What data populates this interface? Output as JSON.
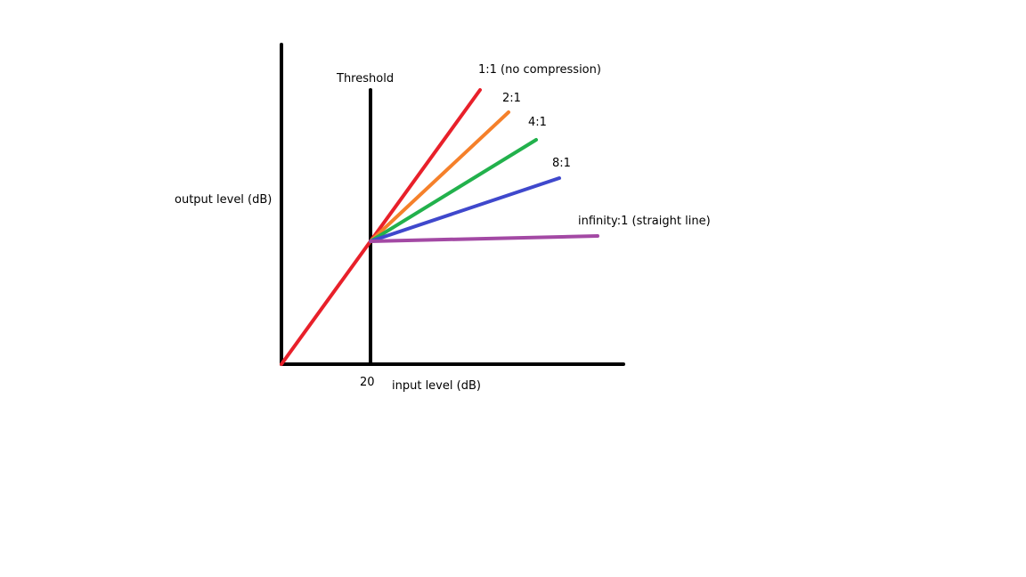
{
  "diagram": {
    "threshold_label": "Threshold",
    "output_axis_label": "output level (dB)",
    "input_axis_label": "input level (dB)",
    "threshold_value_label": "20",
    "axis_color": "#000000",
    "curves": [
      {
        "id": "ratio-1-1",
        "label": "1:1 (no compression)",
        "color": "#e8202a"
      },
      {
        "id": "ratio-2-1",
        "label": "2:1",
        "color": "#f5802a"
      },
      {
        "id": "ratio-4-1",
        "label": "4:1",
        "color": "#22b14c"
      },
      {
        "id": "ratio-8-1",
        "label": "8:1",
        "color": "#3f48cc"
      },
      {
        "id": "ratio-inf-1",
        "label": "infinity:1 (straight line)",
        "color": "#a349a4"
      }
    ]
  }
}
